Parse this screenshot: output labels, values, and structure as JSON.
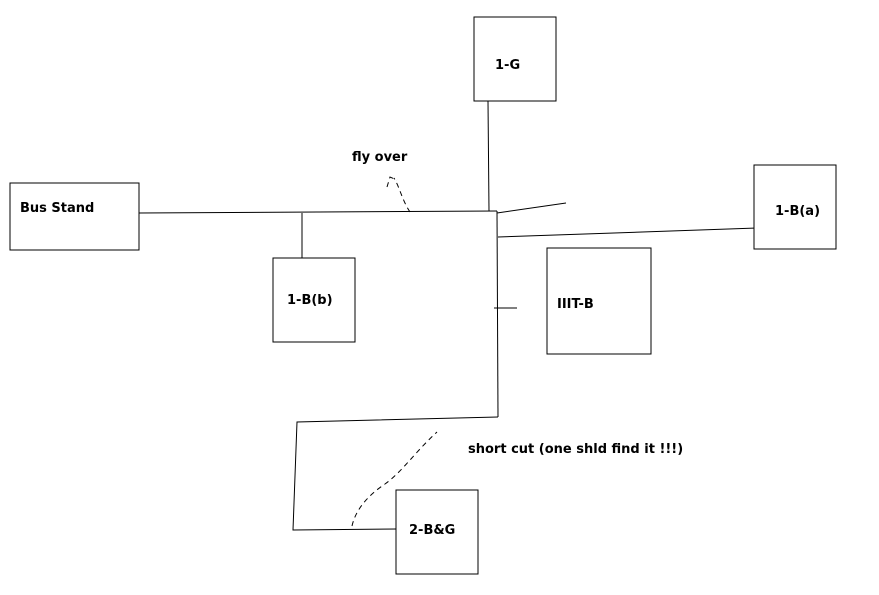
{
  "boxes": {
    "bus_stand": "Bus Stand",
    "one_g": "1-G",
    "one_b_a": "1-B(a)",
    "one_b_b": "1-B(b)",
    "iiit_b": "IIIT-B",
    "two_b_g": "2-B&G"
  },
  "notes": {
    "fly_over": "fly over",
    "short_cut": "short cut (one shld find it !!!)"
  },
  "colors": {
    "line": "#000000",
    "background": "#ffffff"
  }
}
